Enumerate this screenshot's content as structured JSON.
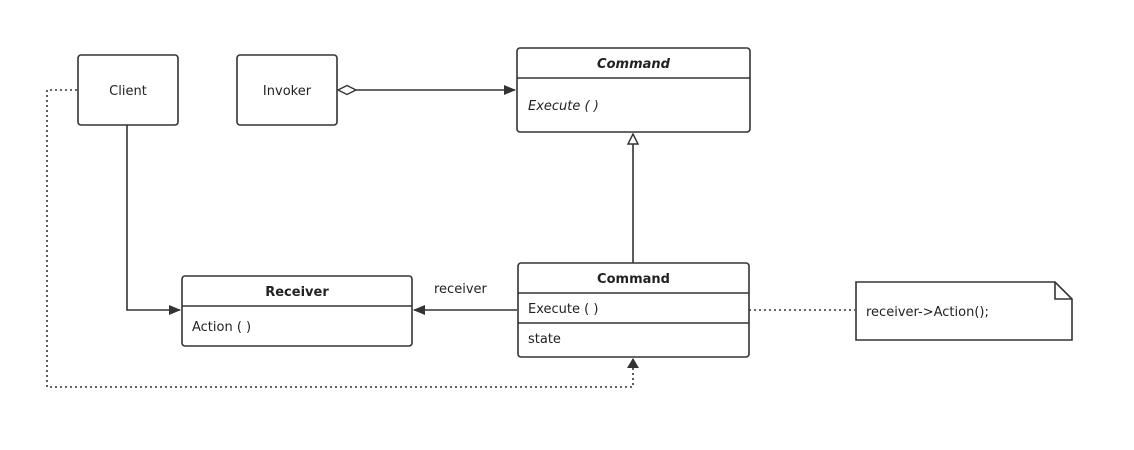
{
  "diagram": {
    "client": {
      "label": "Client"
    },
    "invoker": {
      "label": "Invoker"
    },
    "command_abstract": {
      "title": "Command",
      "method": "Execute (  )"
    },
    "command_concrete": {
      "title": "Command",
      "method": "Execute (  )",
      "attribute": "state"
    },
    "receiver": {
      "title": "Receiver",
      "method": "Action (  )"
    },
    "association_label": "receiver",
    "note": {
      "text": "receiver->Action();"
    }
  }
}
